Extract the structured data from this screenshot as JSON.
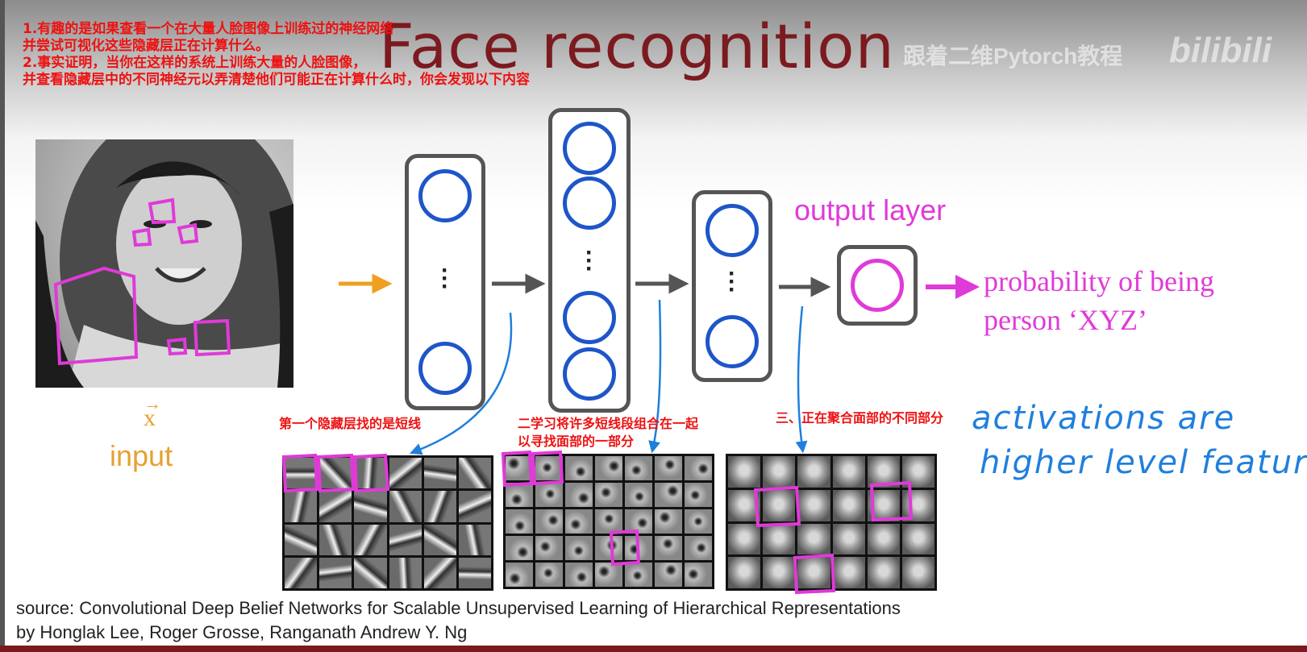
{
  "title": "Face recognition",
  "notes": [
    "1.有趣的是如果查看一个在大量人脸图像上训练过的神经网络",
    "  并尝试可视化这些隐藏层正在计算什么。",
    "2.事实证明，当你在这样的系统上训练大量的人脸图像，",
    "并查看隐藏层中的不同神经元以弄清楚他们可能正在计算什么时，你会发现以下内容"
  ],
  "watermark": "跟着二维Pytorch教程",
  "watermark_logo": "bilibili",
  "input": {
    "symbol": "x",
    "label": "input"
  },
  "output_layer_label": "output layer",
  "probability_text": [
    "probability of being",
    "person ‘XYZ’"
  ],
  "annotations": {
    "first": "第一个隐藏层找的是短线",
    "second": [
      "二学习将许多短线段组合在一起",
      "以寻找面部的一部分"
    ],
    "third": "三、正在聚合面部的不同部分"
  },
  "handwriting": [
    "activations are",
    "higher level features"
  ],
  "source": [
    "source: Convolutional Deep Belief Networks for Scalable Unsupervised Learning of Hierarchical Representations",
    "by Honglak Lee, Roger Grosse, Ranganath Andrew Y. Ng"
  ],
  "colors": {
    "title": "#7b1a1f",
    "note_red": "#ee1111",
    "neuron_blue": "#1e56c8",
    "magenta": "#e03ad8",
    "orange": "#f0a020",
    "handwriting_blue": "#1f7fdd"
  }
}
